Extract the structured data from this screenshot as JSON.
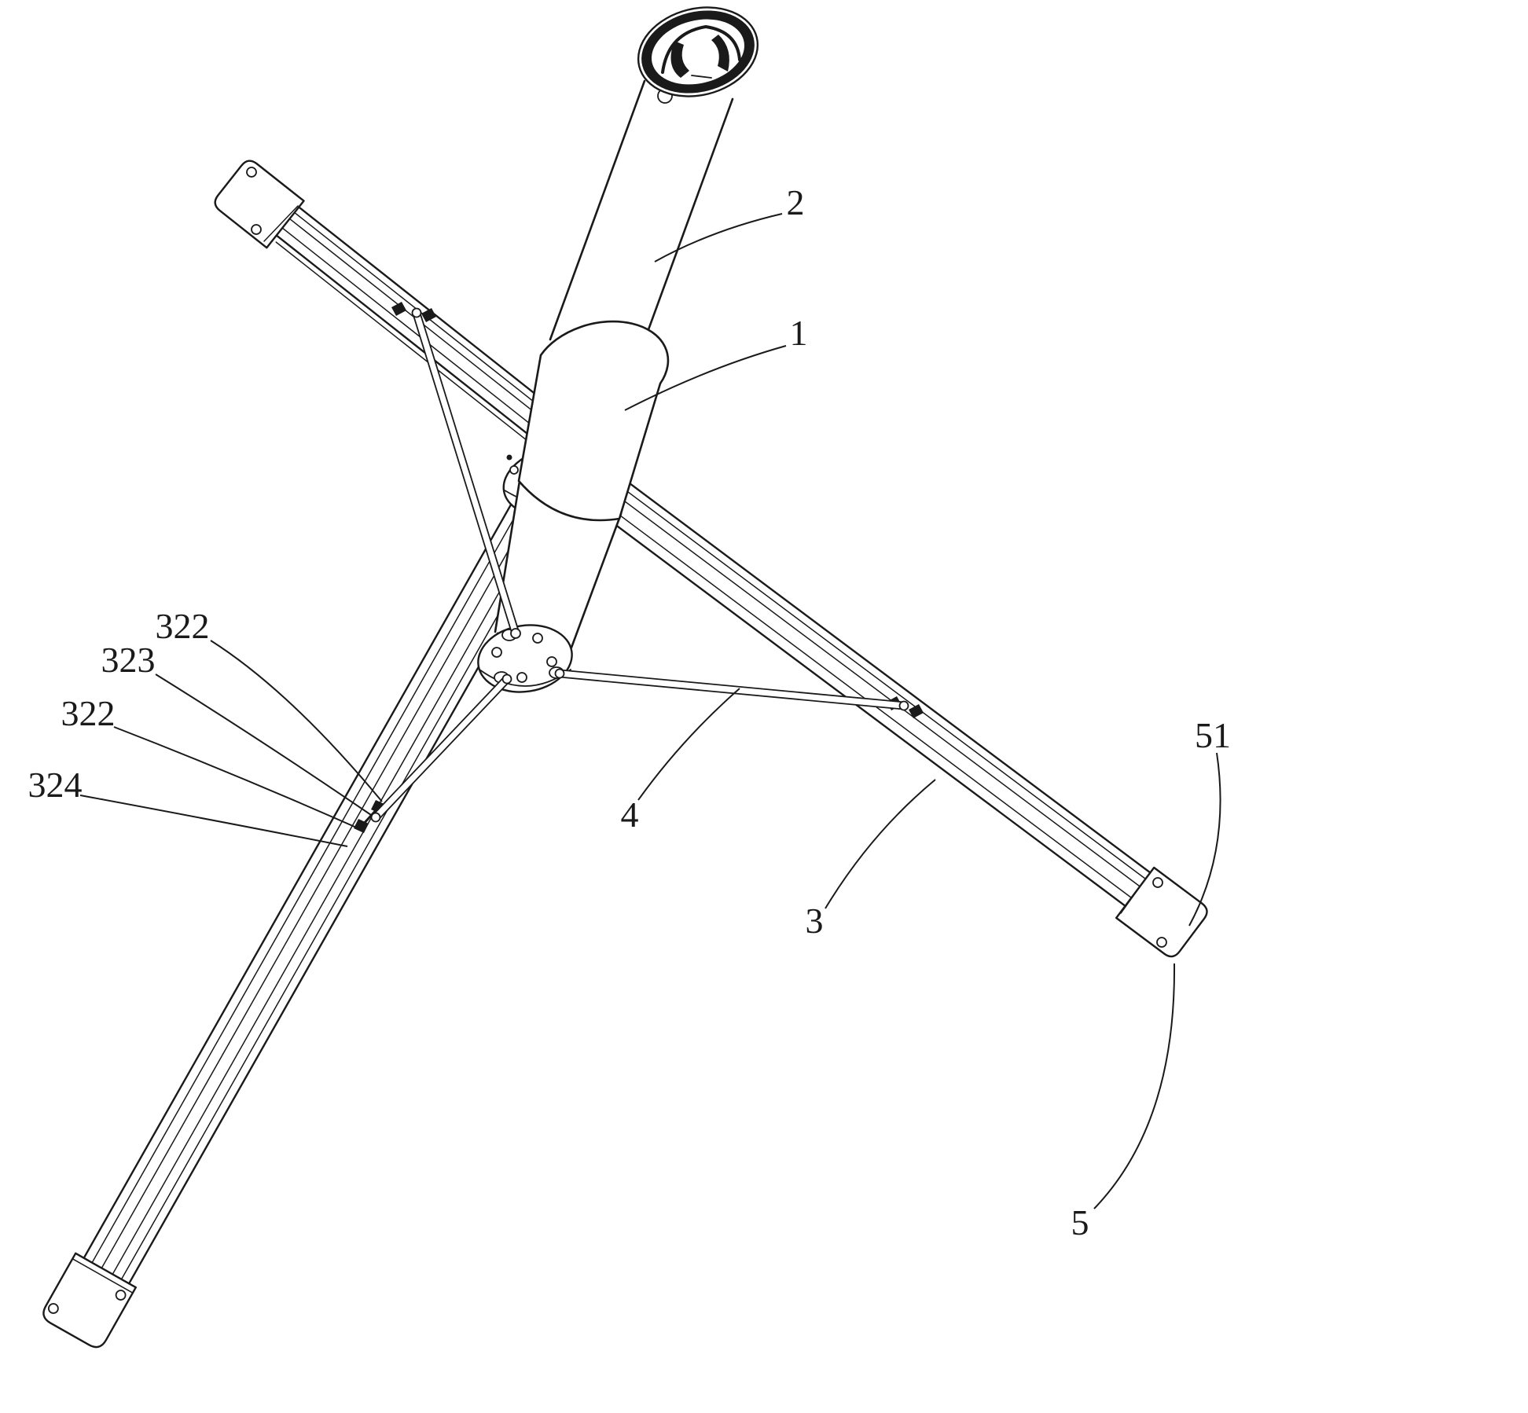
{
  "figure": {
    "background": "#ffffff",
    "line_color": "#1a1a1a",
    "callouts": [
      {
        "id": "c2",
        "text": "2"
      },
      {
        "id": "c1",
        "text": "1"
      },
      {
        "id": "c322a",
        "text": "322"
      },
      {
        "id": "c323",
        "text": "323"
      },
      {
        "id": "c322b",
        "text": "322"
      },
      {
        "id": "c324",
        "text": "324"
      },
      {
        "id": "c4",
        "text": "4"
      },
      {
        "id": "c51",
        "text": "51"
      },
      {
        "id": "c3",
        "text": "3"
      },
      {
        "id": "c5",
        "text": "5"
      }
    ]
  }
}
